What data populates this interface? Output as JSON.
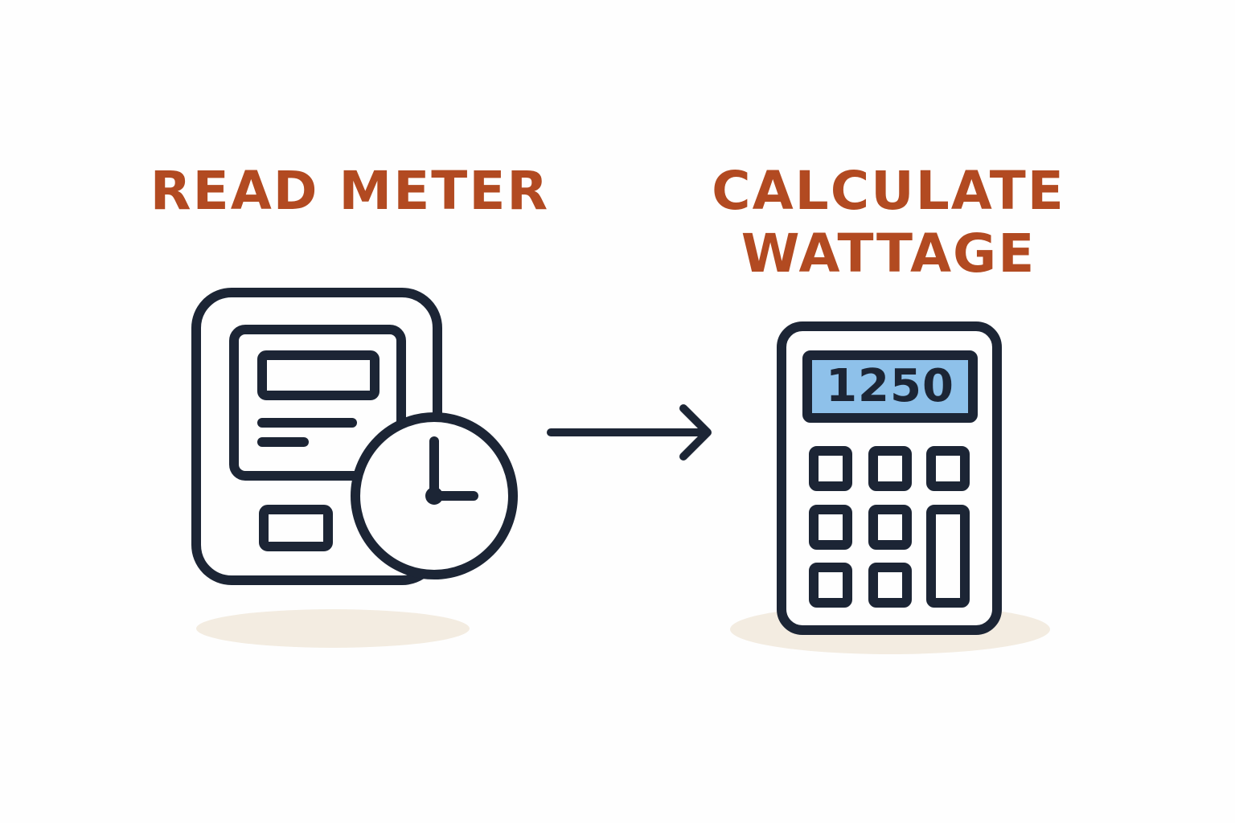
{
  "steps": [
    {
      "title": "READ METER"
    },
    {
      "title_lines": [
        "CALCULATE",
        "WATTAGE"
      ]
    }
  ],
  "calculator": {
    "display_value": "1250"
  },
  "icons": {
    "left": "electric-meter-icon",
    "left_overlay": "clock-icon",
    "connector": "arrow-right-icon",
    "right": "calculator-icon"
  },
  "colors": {
    "title": "#b24a21",
    "stroke": "#1c2535",
    "display_fill": "#8ec1ea",
    "shadow": "#f3ece1",
    "background": "#fefefe"
  }
}
